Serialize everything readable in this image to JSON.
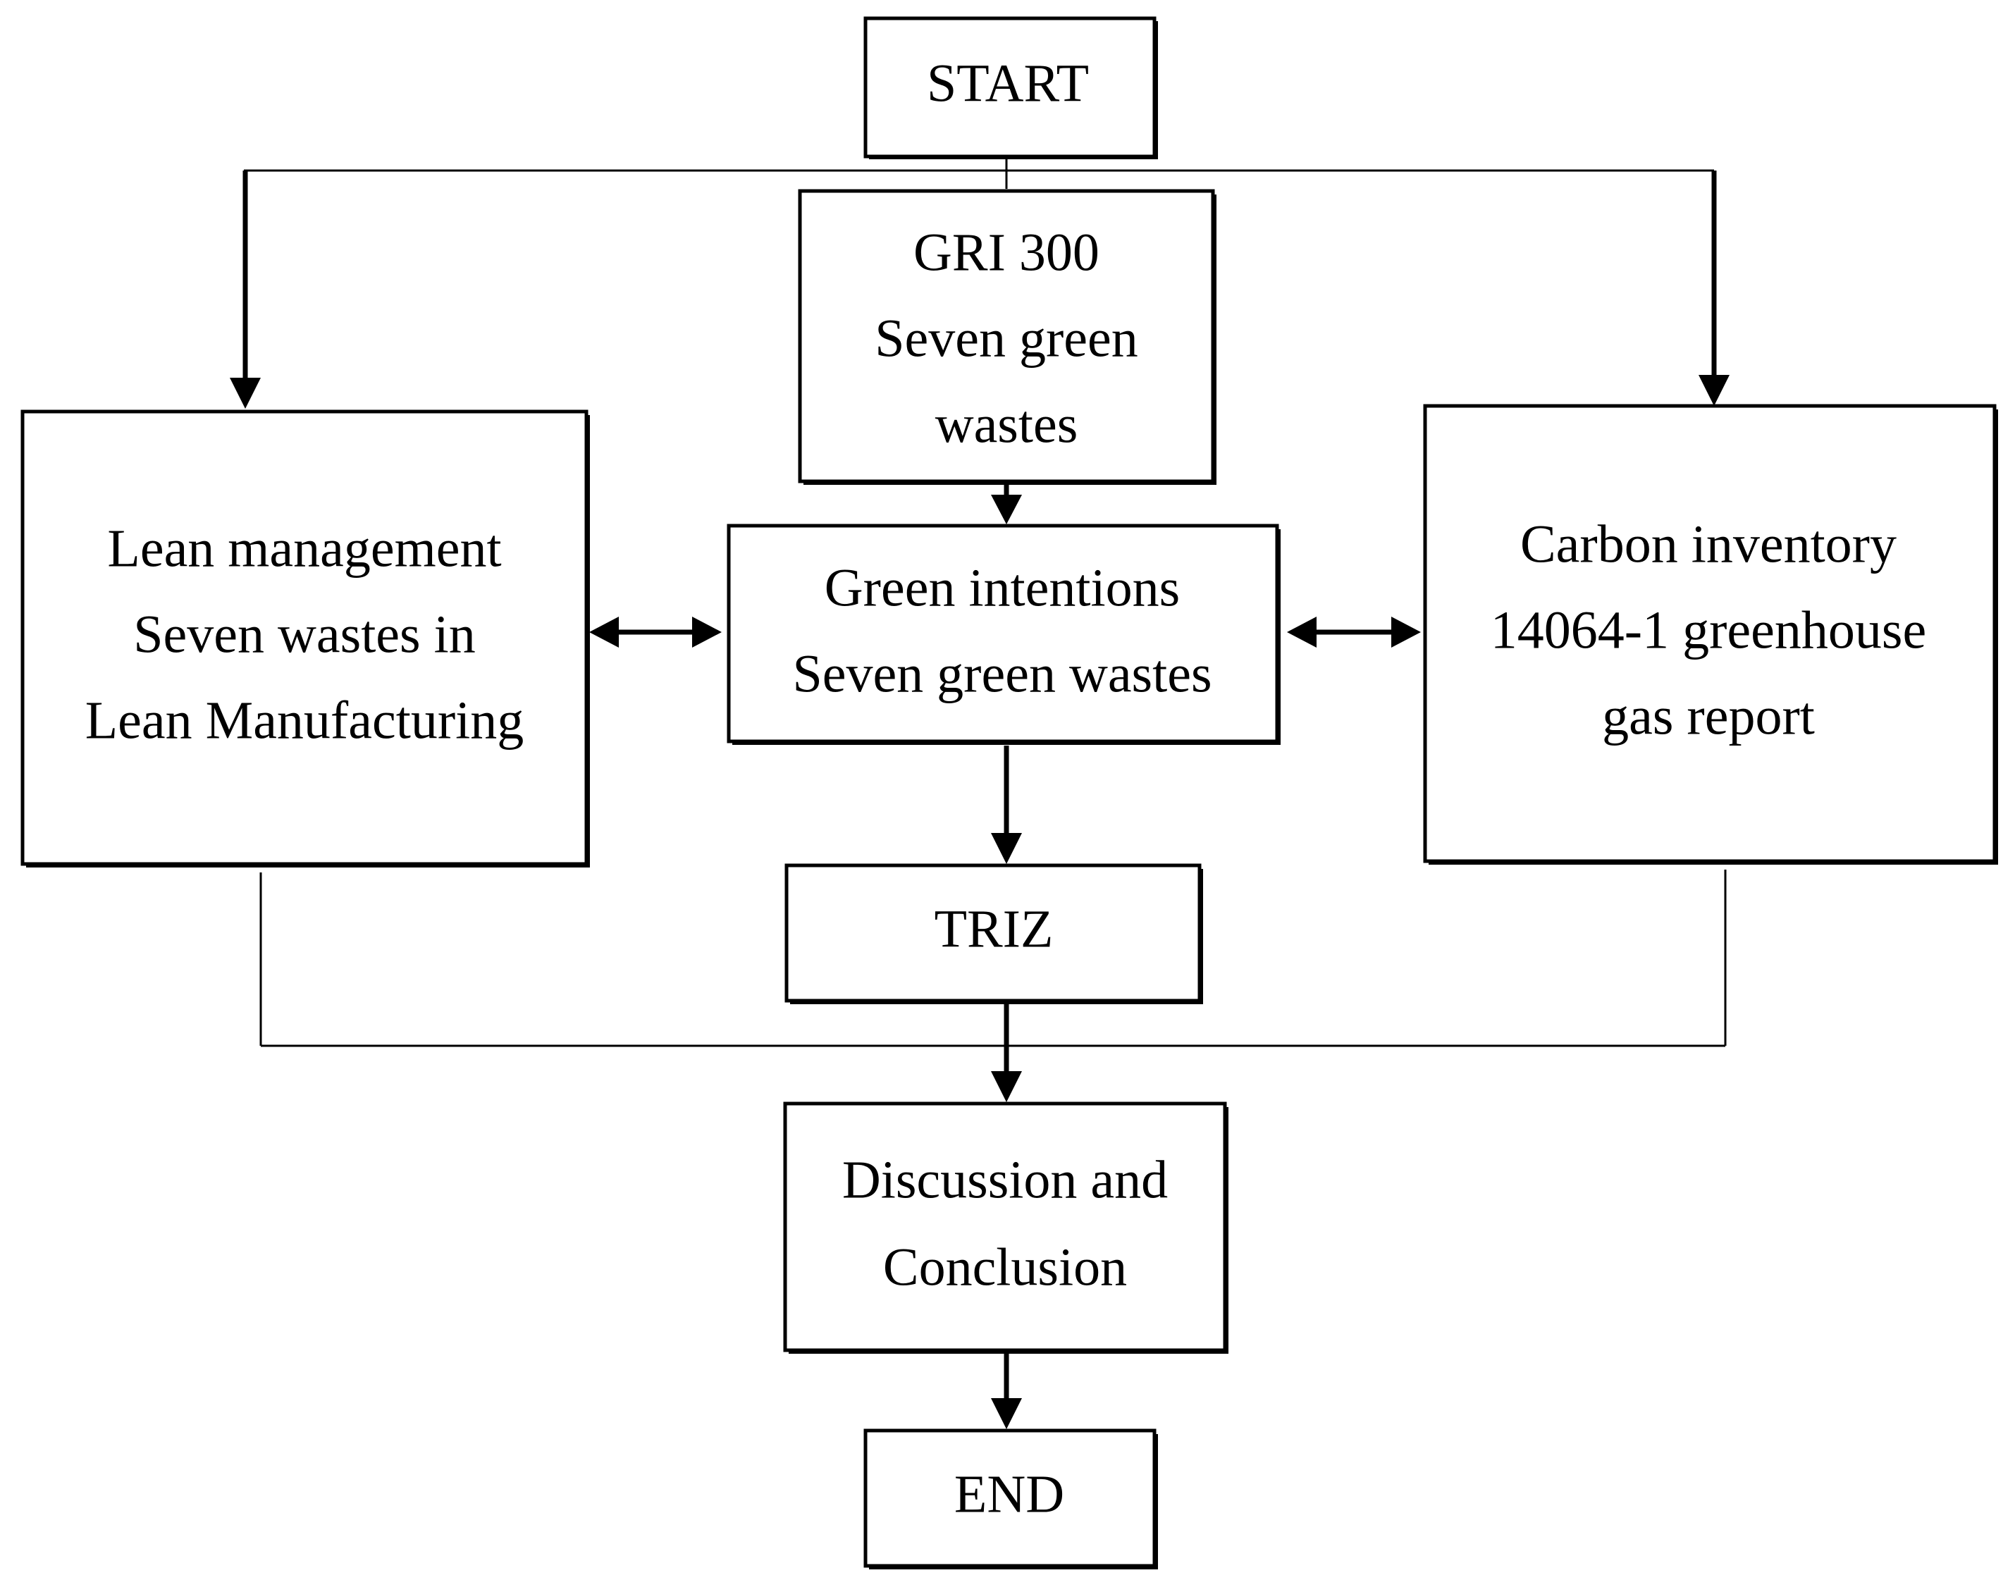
{
  "nodes": {
    "start": {
      "lines": [
        "START"
      ]
    },
    "gri": {
      "lines": [
        "GRI 300",
        "Seven green",
        "wastes"
      ]
    },
    "lean": {
      "lines": [
        "Lean management",
        "Seven wastes in",
        "Lean Manufacturing"
      ]
    },
    "green": {
      "lines": [
        "Green intentions",
        "Seven green wastes"
      ]
    },
    "carbon": {
      "lines": [
        "Carbon inventory",
        "14064-1 greenhouse",
        "gas report"
      ]
    },
    "triz": {
      "lines": [
        "TRIZ"
      ]
    },
    "discussion": {
      "lines": [
        "Discussion and",
        "Conclusion"
      ]
    },
    "end": {
      "lines": [
        "END"
      ]
    }
  },
  "edges": [
    {
      "from": "start",
      "to": "lean",
      "style": "arrow"
    },
    {
      "from": "start",
      "to": "gri",
      "style": "line"
    },
    {
      "from": "start",
      "to": "carbon",
      "style": "arrow"
    },
    {
      "from": "gri",
      "to": "green",
      "style": "arrow"
    },
    {
      "from": "lean",
      "to": "green",
      "style": "bidirectional"
    },
    {
      "from": "green",
      "to": "carbon",
      "style": "bidirectional"
    },
    {
      "from": "green",
      "to": "triz",
      "style": "arrow"
    },
    {
      "from": "triz",
      "to": "discussion",
      "style": "arrow"
    },
    {
      "from": "lean",
      "to": "discussion",
      "style": "line"
    },
    {
      "from": "carbon",
      "to": "discussion",
      "style": "line"
    },
    {
      "from": "discussion",
      "to": "end",
      "style": "arrow"
    }
  ]
}
